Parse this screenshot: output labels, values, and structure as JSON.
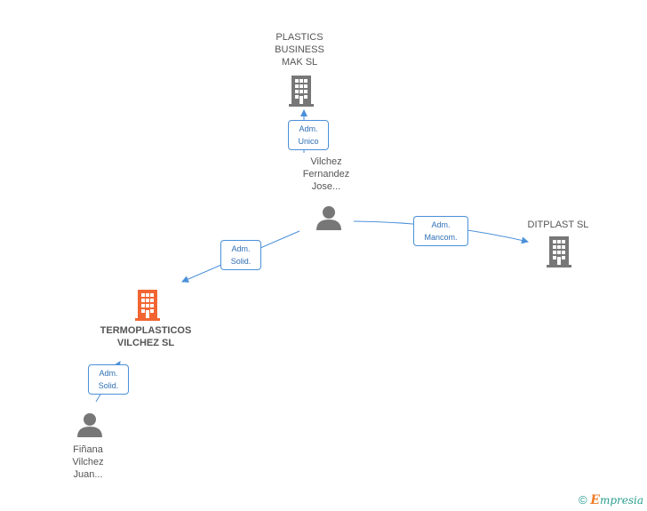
{
  "colors": {
    "edge": "#4a90d9",
    "company": "#777777",
    "main_company": "#f26532",
    "person": "#777777",
    "brand": "#2a9d8f",
    "brand_accent": "#f07d2a"
  },
  "nodes": {
    "plastics": {
      "type": "company",
      "icon": "building-icon",
      "lines": [
        "PLASTICS",
        "BUSINESS",
        "MAK SL"
      ]
    },
    "vilchez_jose": {
      "type": "person",
      "icon": "person-icon",
      "lines": [
        "Vilchez",
        "Fernandez",
        "Jose..."
      ]
    },
    "ditplast": {
      "type": "company",
      "icon": "building-icon",
      "lines": [
        "DITPLAST SL"
      ]
    },
    "termoplasticos": {
      "type": "main-company",
      "icon": "building-icon",
      "lines": [
        "TERMOPLASTICOS",
        "VILCHEZ SL"
      ]
    },
    "finana": {
      "type": "person",
      "icon": "person-icon",
      "lines": [
        "Fiñana",
        "Vilchez",
        "Juan..."
      ]
    }
  },
  "edges": {
    "to_plastics": {
      "from": "vilchez_jose",
      "to": "plastics",
      "lines": [
        "Adm.",
        "Unico"
      ]
    },
    "to_ditplast": {
      "from": "vilchez_jose",
      "to": "ditplast",
      "lines": [
        "Adm.",
        "Mancom."
      ]
    },
    "to_termoplasticos_1": {
      "from": "vilchez_jose",
      "to": "termoplasticos",
      "lines": [
        "Adm.",
        "Solid."
      ]
    },
    "to_termoplasticos_2": {
      "from": "finana",
      "to": "termoplasticos",
      "lines": [
        "Adm.",
        "Solid."
      ]
    }
  },
  "footer": {
    "copyright": "©",
    "brand_first": "E",
    "brand_rest": "mpresia"
  }
}
